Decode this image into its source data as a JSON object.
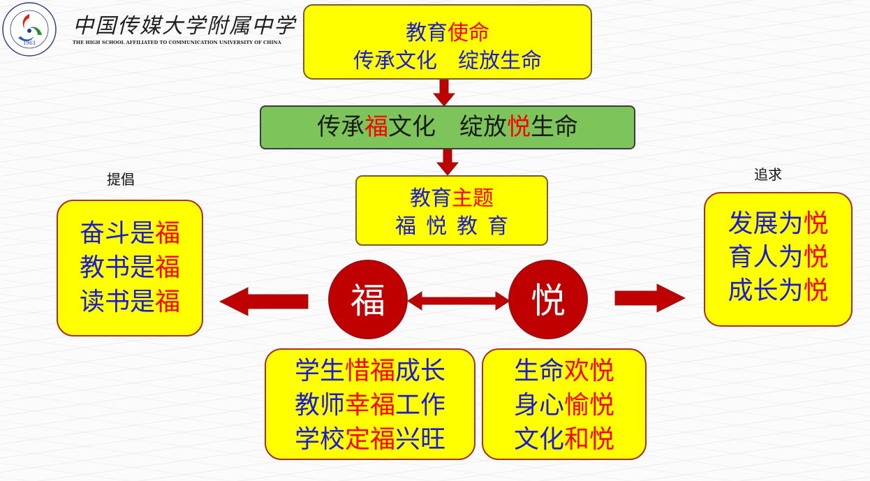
{
  "header": {
    "school_name_cn": "中国传媒大学附属中学",
    "school_name_en": "THE HIGH SCHOOL AFFILIATED TO COMMUNICATION UNIVERSITY OF CHINA",
    "logo_year": "1963"
  },
  "mission": {
    "title_a": "教育",
    "title_b": "使命",
    "line2": "传承文化　绽放生命"
  },
  "core": {
    "p1": "传承",
    "p2": "福",
    "p3": "文化　绽放",
    "p4": "悦",
    "p5": "生命"
  },
  "theme": {
    "title_a": "教育",
    "title_b": "主题",
    "line2": "福悦教育"
  },
  "advocate": {
    "label": "提倡",
    "items": [
      {
        "text": "奋斗是",
        "hl": "福"
      },
      {
        "text": "教书是",
        "hl": "福"
      },
      {
        "text": "读书是",
        "hl": "福"
      }
    ]
  },
  "pursue": {
    "label": "追求",
    "items": [
      {
        "text": "发展为",
        "hl": "悦"
      },
      {
        "text": "育人为",
        "hl": "悦"
      },
      {
        "text": "成长为",
        "hl": "悦"
      }
    ]
  },
  "circles": {
    "fu": "福",
    "yue": "悦"
  },
  "fu_goals": [
    {
      "pre": "学生",
      "hl": "惜福",
      "post": "成长"
    },
    {
      "pre": "教师",
      "hl": "幸福",
      "post": "工作"
    },
    {
      "pre": "学校",
      "hl": "定福",
      "post": "兴旺"
    }
  ],
  "yue_goals": [
    {
      "pre": "生命",
      "hl": "欢悦"
    },
    {
      "pre": "身心",
      "hl": "愉悦"
    },
    {
      "pre": "文化",
      "hl": "和悦"
    }
  ],
  "colors": {
    "box_fill": "#ffff00",
    "core_fill": "#7dc45a",
    "text_blue": "#1b1bd6",
    "highlight_red": "#ff0000",
    "circle_red": "#c00000",
    "arrow_red": "#c00000"
  }
}
